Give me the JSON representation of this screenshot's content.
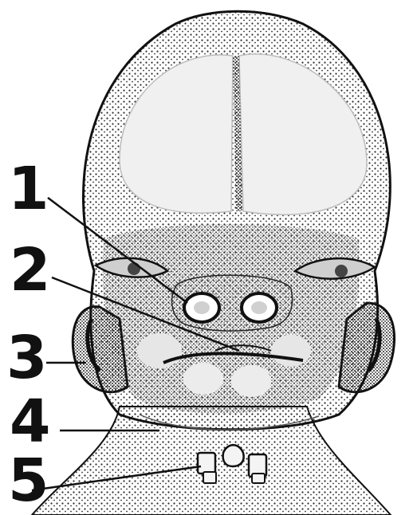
{
  "diagram": {
    "labels": [
      {
        "id": "1",
        "text": "1"
      },
      {
        "id": "2",
        "text": "2"
      },
      {
        "id": "3",
        "text": "3"
      },
      {
        "id": "4",
        "text": "4"
      },
      {
        "id": "5",
        "text": "5"
      }
    ]
  },
  "colors": {
    "ink": "#111111",
    "stipple": "#2a2a2a",
    "paper": "#ffffff",
    "shade": "#e9e9e9"
  }
}
